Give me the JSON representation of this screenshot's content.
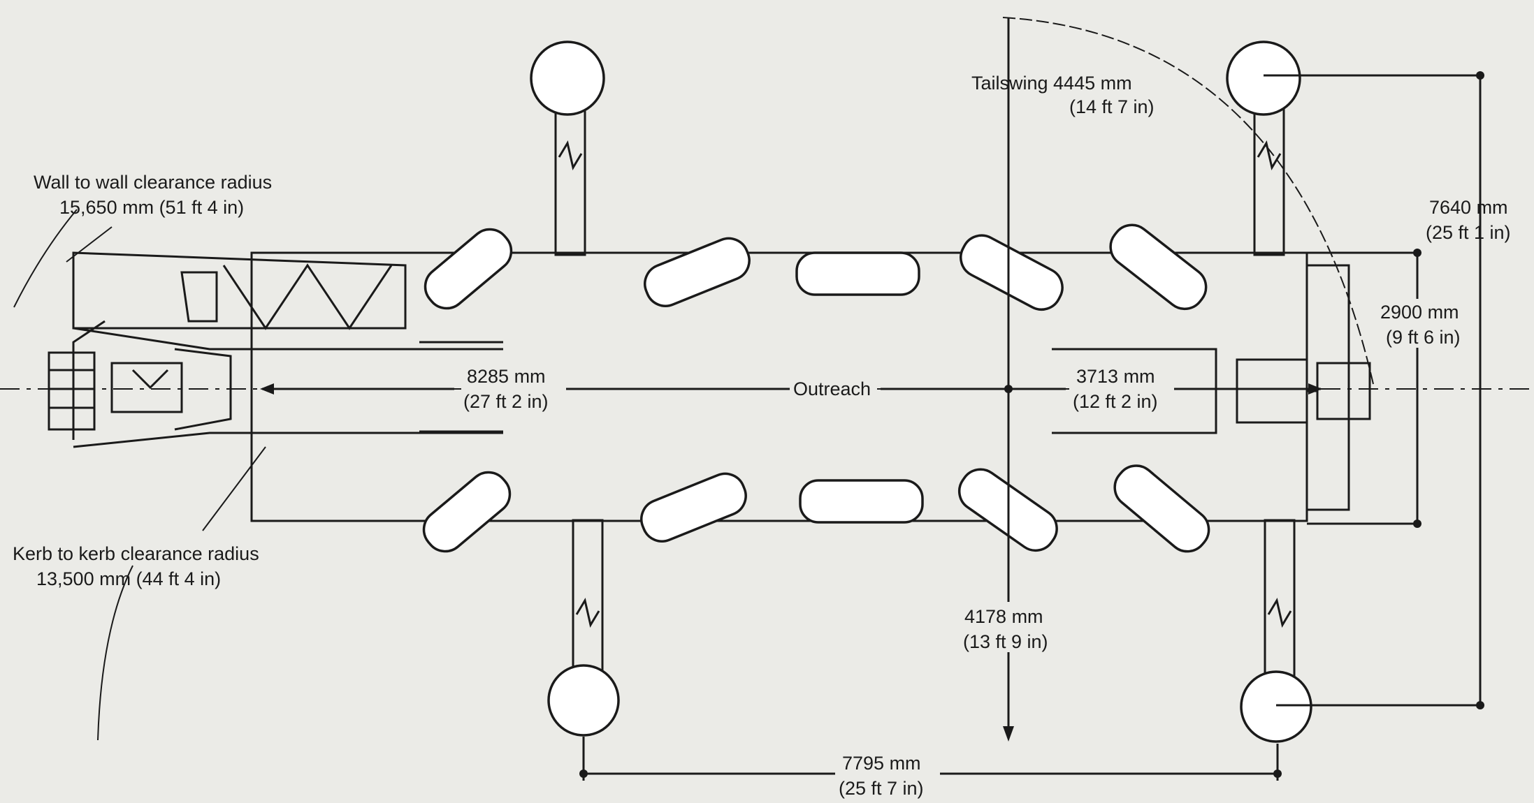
{
  "labels": {
    "wall_title": "Wall to wall clearance radius",
    "wall_value": "15,650 mm (51 ft 4 in)",
    "kerb_title": "Kerb to kerb clearance radius",
    "kerb_value": "13,500 mm (44 ft 4 in)",
    "tailswing": "Tailswing  4445 mm",
    "tailswing_imperial": "(14 ft 7 in)",
    "outreach": "Outreach",
    "front_outreach_mm": "8285 mm",
    "front_outreach_imperial": "(27 ft 2 in)",
    "rear_outreach_mm": "3713 mm",
    "rear_outreach_imperial": "(12 ft 2 in)",
    "overall_width_mm": "7640 mm",
    "overall_width_imperial": "(25 ft 1 in)",
    "track_width_mm": "2900 mm",
    "track_width_imperial": "(9 ft 6 in)",
    "outrigger_spread_mm": "4178 mm",
    "outrigger_spread_imperial": "(13 ft 9 in)",
    "outrigger_span_mm": "7795 mm",
    "outrigger_span_imperial": "(25 ft 7 in)"
  },
  "colors": {
    "background": "#ebebe7",
    "ink": "#1a1a1a",
    "fill": "#ffffff"
  }
}
